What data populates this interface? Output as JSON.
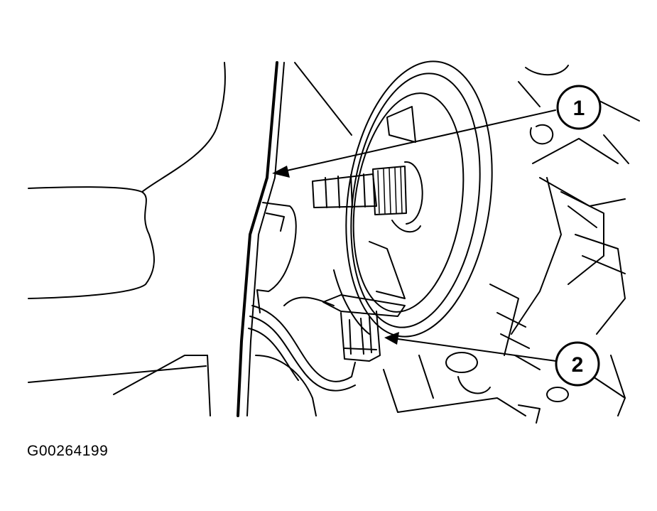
{
  "figure_id": "G00264199",
  "callouts": [
    {
      "label": "1"
    },
    {
      "label": "2"
    }
  ]
}
